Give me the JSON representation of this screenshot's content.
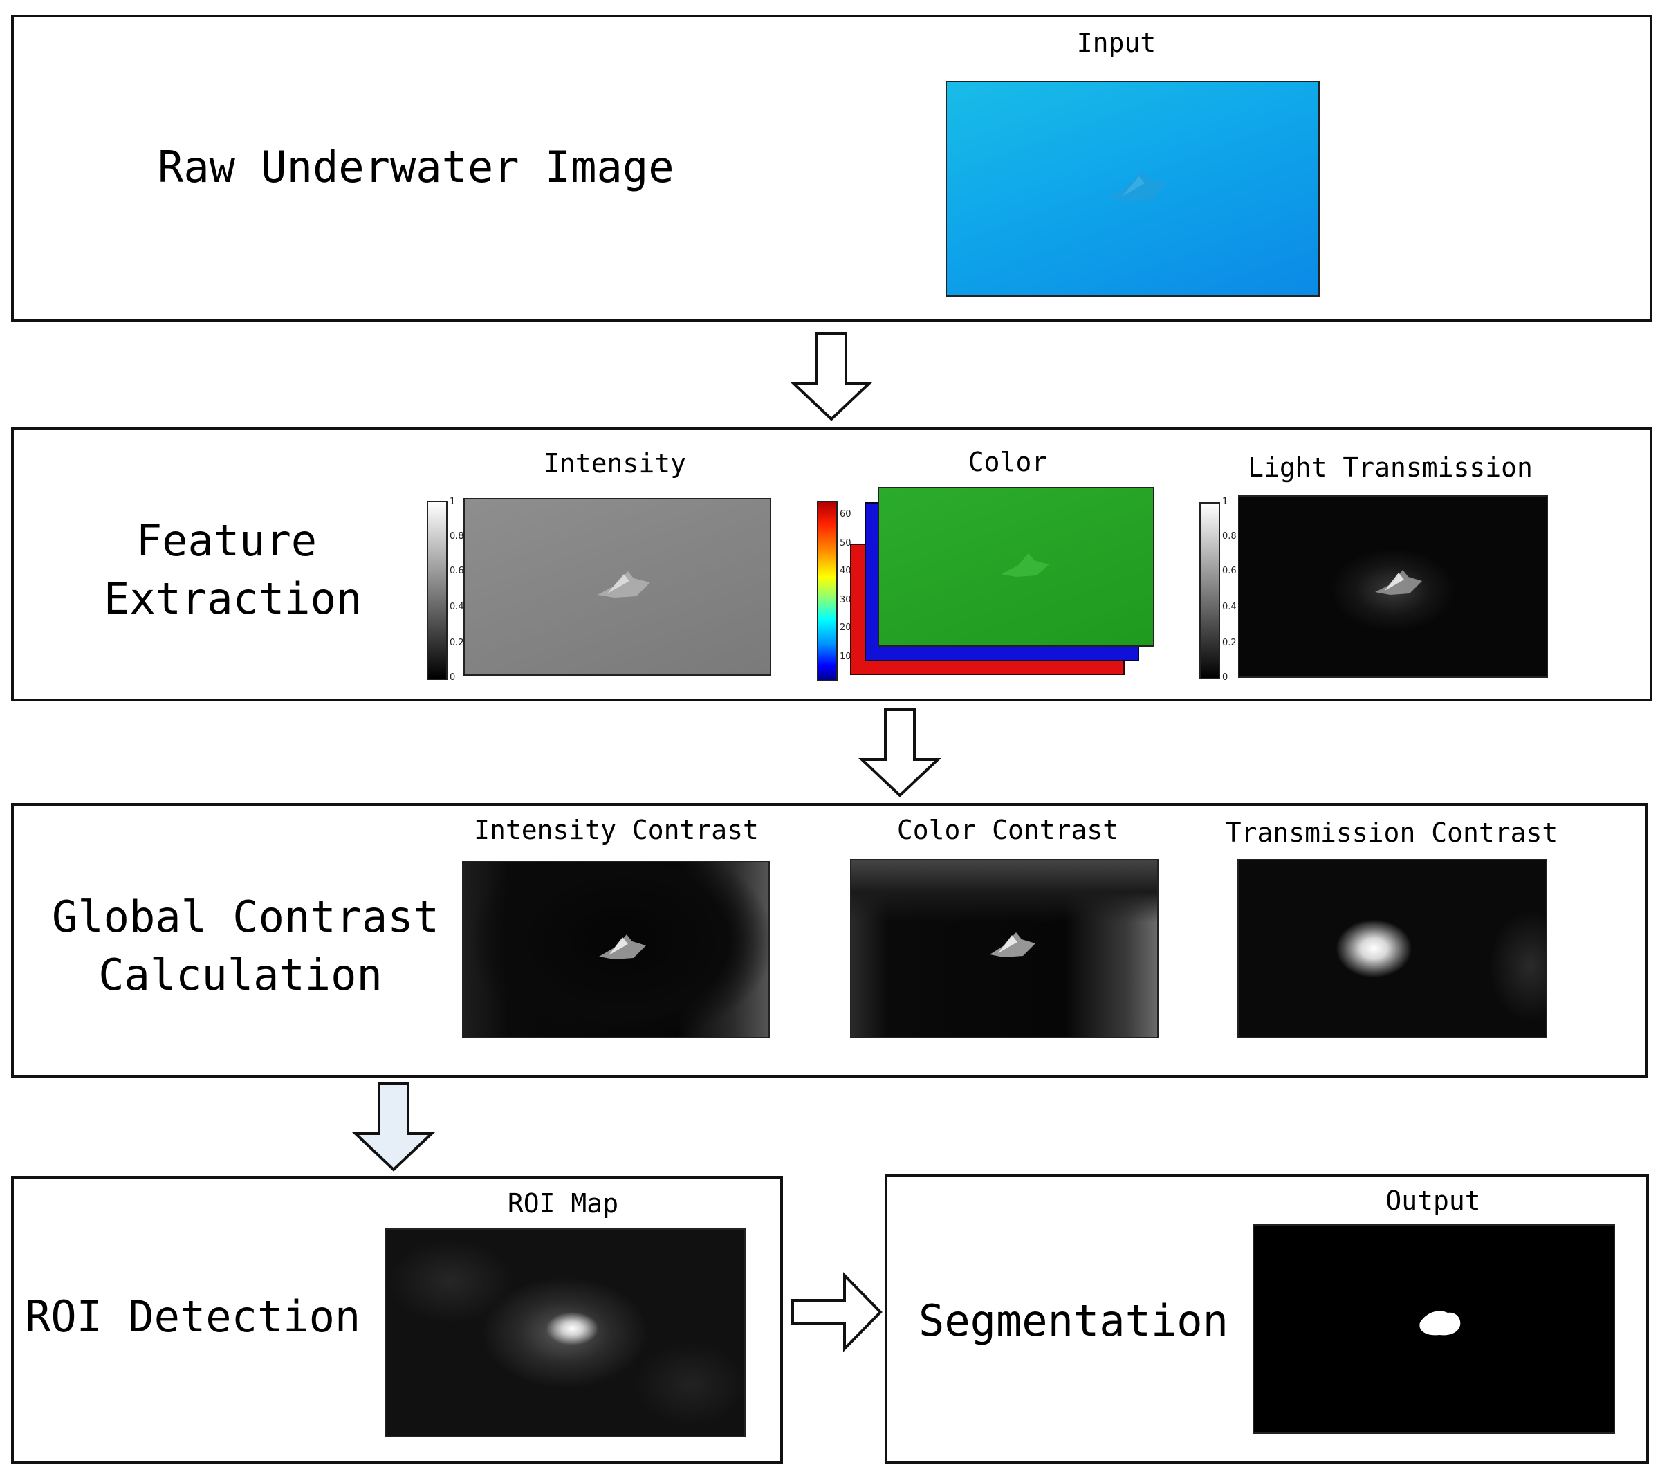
{
  "stages": {
    "raw": {
      "label": "Raw Underwater Image",
      "caption": "Input"
    },
    "features": {
      "label_line1": "Feature",
      "label_line2": "Extraction",
      "intensity_caption": "Intensity",
      "color_caption": "Color",
      "transmission_caption": "Light Transmission",
      "gray_ticks": [
        "1",
        "0.8",
        "0.6",
        "0.4",
        "0.2",
        "0"
      ],
      "jet_ticks": [
        "60",
        "50",
        "40",
        "30",
        "20",
        "10"
      ]
    },
    "contrast": {
      "label_line1": "Global Contrast",
      "label_line2": "Calculation",
      "intensity_caption": "Intensity Contrast",
      "color_caption": "Color Contrast",
      "transmission_caption": "Transmission Contrast"
    },
    "roi": {
      "label": "ROI Detection",
      "caption": "ROI Map"
    },
    "segmentation": {
      "label": "Segmentation",
      "caption": "Output"
    }
  },
  "colors": {
    "input_water_top": "#13b4e6",
    "input_water_bottom": "#0f8fe6",
    "color_red": "#e01010",
    "color_blue": "#1010d8",
    "color_green": "#22a322",
    "arrow_fill_last": "#e6eff8"
  }
}
